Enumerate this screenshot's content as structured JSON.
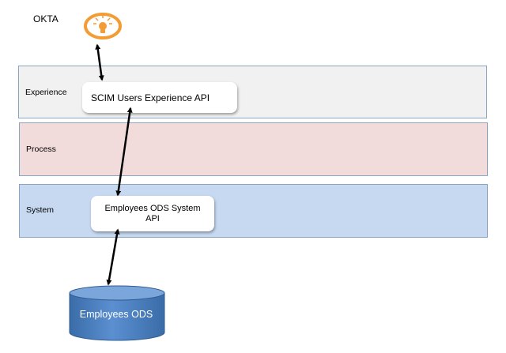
{
  "okta": {
    "label": "OKTA",
    "icon": "okta-lightbulb-icon",
    "accent": "#f39c33"
  },
  "layers": {
    "experience": {
      "label": "Experience",
      "color": "#f1f1f1"
    },
    "process": {
      "label": "Process",
      "color": "#f2dcdb"
    },
    "system": {
      "label": "System",
      "color": "#c6d9f1"
    }
  },
  "nodes": {
    "scim_api": {
      "label": "SCIM Users Experience API"
    },
    "ods_api": {
      "label_line1": "Employees ODS System",
      "label_line2": "API"
    },
    "ods_db": {
      "label": "Employees ODS",
      "color": "#4f81bd"
    }
  }
}
